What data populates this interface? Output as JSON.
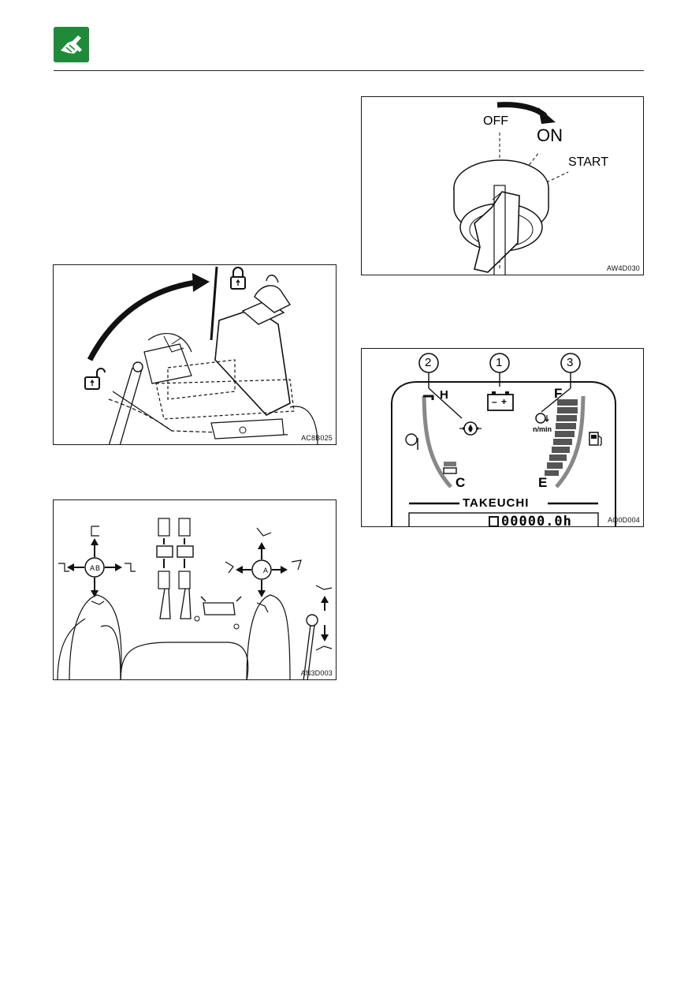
{
  "header": {
    "badge_color": "#1f8a3a",
    "badge_icon": "hand-on-lever-icon"
  },
  "figures": {
    "lock_lever": {
      "code": "AC8B025",
      "icons": [
        "unlock-icon",
        "lock-icon"
      ]
    },
    "controls": {
      "code": "AN3D003",
      "joystick_left_labels": [
        "A",
        "B"
      ],
      "joystick_right_labels": [
        "A"
      ]
    },
    "key_switch": {
      "code": "AW4D030",
      "positions": {
        "off": "OFF",
        "on": "ON",
        "start": "START"
      }
    },
    "monitor": {
      "code": "AQ0D004",
      "callouts": [
        "2",
        "1",
        "3"
      ],
      "battery_symbols": "–  +",
      "rpm_unit": "n/min",
      "gauge_letters": {
        "hot": "H",
        "cold": "C",
        "full": "F",
        "empty": "E"
      },
      "brand": "TAKEUCHI",
      "hour_meter": "00000.0h"
    }
  }
}
